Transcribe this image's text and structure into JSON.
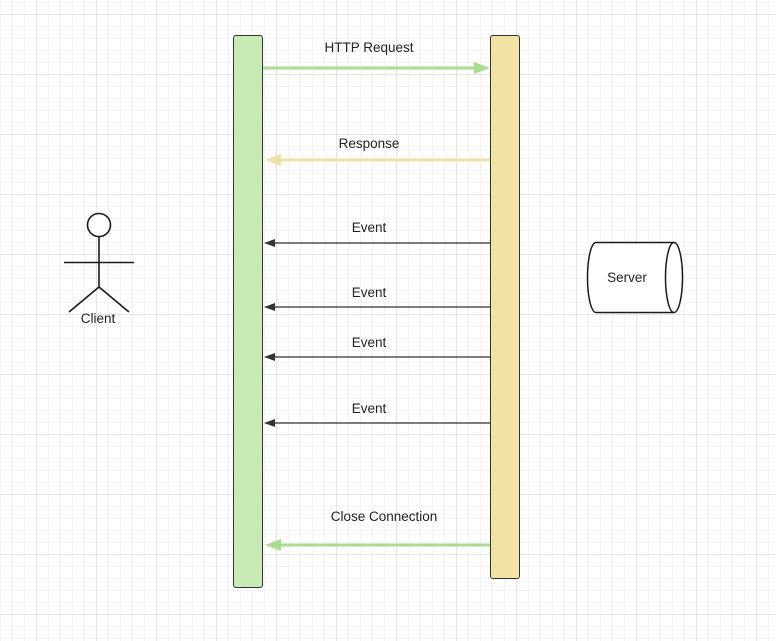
{
  "actors": {
    "client": {
      "label": "Client"
    },
    "server": {
      "label": "Server"
    }
  },
  "messages": [
    {
      "label": "HTTP Request",
      "direction": "right",
      "style": "thick",
      "color": "#a9de8f"
    },
    {
      "label": "Response",
      "direction": "left",
      "style": "thick",
      "color": "#f0e2a4"
    },
    {
      "label": "Event",
      "direction": "left",
      "style": "thin",
      "color": "#333333"
    },
    {
      "label": "Event",
      "direction": "left",
      "style": "thin",
      "color": "#333333"
    },
    {
      "label": "Event",
      "direction": "left",
      "style": "thin",
      "color": "#333333"
    },
    {
      "label": "Event",
      "direction": "left",
      "style": "thin",
      "color": "#333333"
    },
    {
      "label": "Close Connection",
      "direction": "left",
      "style": "thick",
      "color": "#a9de8f"
    }
  ],
  "colors": {
    "client_lifeline": "#c8eab4",
    "server_lifeline": "#f1e4a2",
    "outline": "#333333"
  }
}
